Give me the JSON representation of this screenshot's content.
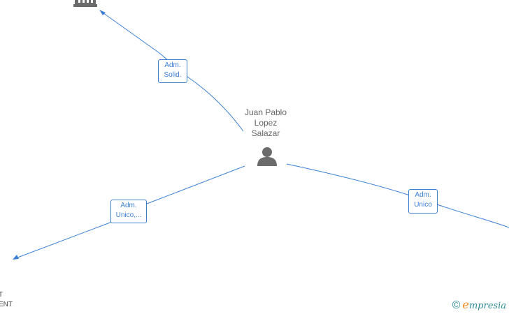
{
  "center_person": {
    "name_lines": [
      "Juan Pablo",
      "Lopez",
      "Salazar"
    ],
    "icon": "person-icon"
  },
  "relations": [
    {
      "lines": [
        "Adm.",
        "Solid."
      ]
    },
    {
      "lines": [
        "Adm.",
        "Unico,..."
      ]
    },
    {
      "lines": [
        "Adm.",
        "Unico"
      ]
    }
  ],
  "cut_off_labels": [
    "T",
    "ENT"
  ],
  "footer": {
    "copyright_symbol": "©",
    "brand_initial": "e",
    "brand_rest": "mpresia"
  },
  "colors": {
    "edge": "#3b7fd3",
    "icon_gray": "#6b6b6b",
    "brand_teal": "#2e8a95",
    "brand_orange": "#f08b1c"
  }
}
